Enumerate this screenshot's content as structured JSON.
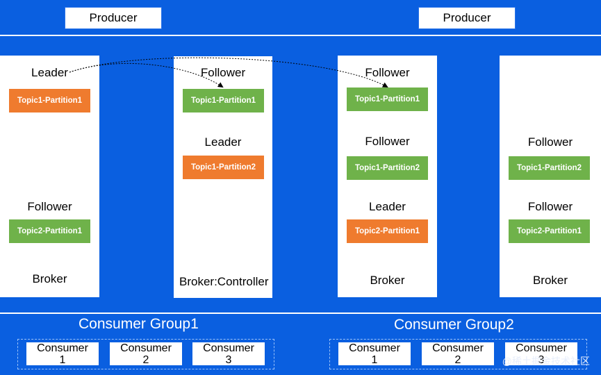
{
  "producers": [
    "Producer",
    "Producer"
  ],
  "brokers": [
    {
      "entries": [
        {
          "role": "Leader",
          "partition": "Topic1-Partition1",
          "color": "#ef7b2e"
        },
        {
          "role": "Follower",
          "partition": "Topic2-Partition1",
          "color": "#6fb24a"
        }
      ],
      "label": "Broker"
    },
    {
      "entries": [
        {
          "role": "Follower",
          "partition": "Topic1-Partition1",
          "color": "#6fb24a"
        },
        {
          "role": "Leader",
          "partition": "Topic1-Partition2",
          "color": "#ef7b2e"
        }
      ],
      "label": "Broker:Controller"
    },
    {
      "entries": [
        {
          "role": "Follower",
          "partition": "Topic1-Partition1",
          "color": "#6fb24a"
        },
        {
          "role": "Follower",
          "partition": "Topic1-Partition2",
          "color": "#6fb24a"
        },
        {
          "role": "Leader",
          "partition": "Topic2-Partition1",
          "color": "#ef7b2e"
        }
      ],
      "label": "Broker"
    },
    {
      "entries": [
        {
          "role": "Follower",
          "partition": "Topic1-Partition2",
          "color": "#6fb24a"
        },
        {
          "role": "Follower",
          "partition": "Topic2-Partition1",
          "color": "#6fb24a"
        }
      ],
      "label": "Broker"
    }
  ],
  "consumer_groups": [
    {
      "title": "Consumer Group1",
      "consumers": [
        {
          "name": "Consumer",
          "num": "1"
        },
        {
          "name": "Consumer",
          "num": "2"
        },
        {
          "name": "Consumer",
          "num": "3"
        }
      ]
    },
    {
      "title": "Consumer Group2",
      "consumers": [
        {
          "name": "Consumer",
          "num": "1"
        },
        {
          "name": "Consumer",
          "num": "2"
        },
        {
          "name": "Consumer",
          "num": "3"
        }
      ]
    }
  ],
  "watermark": "@稀土掘金技术社区",
  "colors": {
    "background": "#0a5fe0",
    "leader": "#ef7b2e",
    "follower": "#6fb24a"
  }
}
